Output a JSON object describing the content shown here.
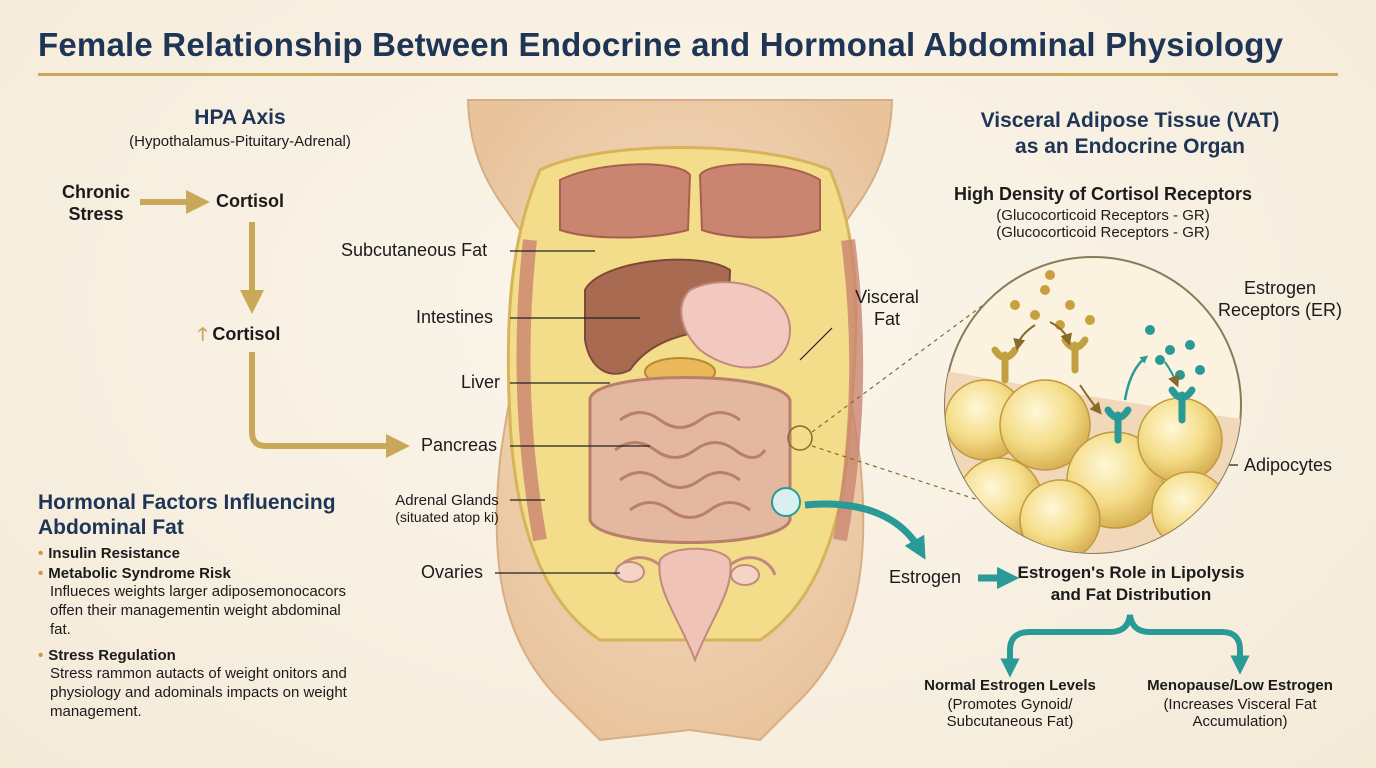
{
  "title": "Female  Relationship Between Endocrine and Hormonal Abdominal Physiology",
  "hpa": {
    "title": "HPA Axis",
    "subtitle": "(Hypothalamus-Pituitary-Adrenal)",
    "stress_line1": "Chronic",
    "stress_line2": "Stress",
    "cortisol": "Cortisol",
    "cortisol_up": "Cortisol",
    "up_arrow": "🡑"
  },
  "anatomy": {
    "subcutaneous_fat": "Subcutaneous Fat",
    "intestines": "Intestines",
    "liver": "Liver",
    "pancreas": "Pancreas",
    "adrenal_glands": "Adrenal Glands",
    "adrenal_note": "(situated atop ki)",
    "ovaries": "Ovaries",
    "visceral_fat_line1": "Visceral",
    "visceral_fat_line2": "Fat"
  },
  "factors": {
    "title_line1": "Hormonal Factors Influencing",
    "title_line2": "Abdominal Fat",
    "items": [
      {
        "label": "Insulin Resistance"
      },
      {
        "label": "Metabolic Syndrome Risk",
        "desc": [
          "Influeces weights larger adiposemonocacors",
          "offen their managementin weight abdominal",
          "fat."
        ]
      },
      {
        "label": "Stress Regulation",
        "desc": [
          "Stress rammon autacts of weight onitors and",
          "physiology and adominals impacts on weight",
          "management."
        ]
      }
    ]
  },
  "vat": {
    "title_line1": "Visceral Adipose Tissue (VAT)",
    "title_line2": "as an Endocrine Organ",
    "receptors_title": "High Density of Cortisol Receptors",
    "receptors_sub1": "(Glucocorticoid Receptors - GR)",
    "receptors_sub2": "(Glucocorticoid Receptors - GR)",
    "estrogen_receptors_line1": "Estrogen",
    "estrogen_receptors_line2": "Receptors (ER)",
    "adipocytes": "Adipocytes"
  },
  "estrogen": {
    "label": "Estrogen",
    "role_line1": "Estrogen's Role in Lipolysis",
    "role_line2": "and Fat Distribution",
    "normal_title": "Normal Estrogen Levels",
    "normal_sub1": "(Promotes Gynoid/",
    "normal_sub2": "Subcutaneous Fat)",
    "low_title": "Menopause/Low Estrogen",
    "low_sub1": "(Increases Visceral Fat",
    "low_sub2": "Accumulation)"
  },
  "colors": {
    "title": "#1e3556",
    "gold": "#c9a85a",
    "teal": "#2a9a96",
    "fat": "#f3dc8a",
    "skin": "#efd2b4"
  }
}
